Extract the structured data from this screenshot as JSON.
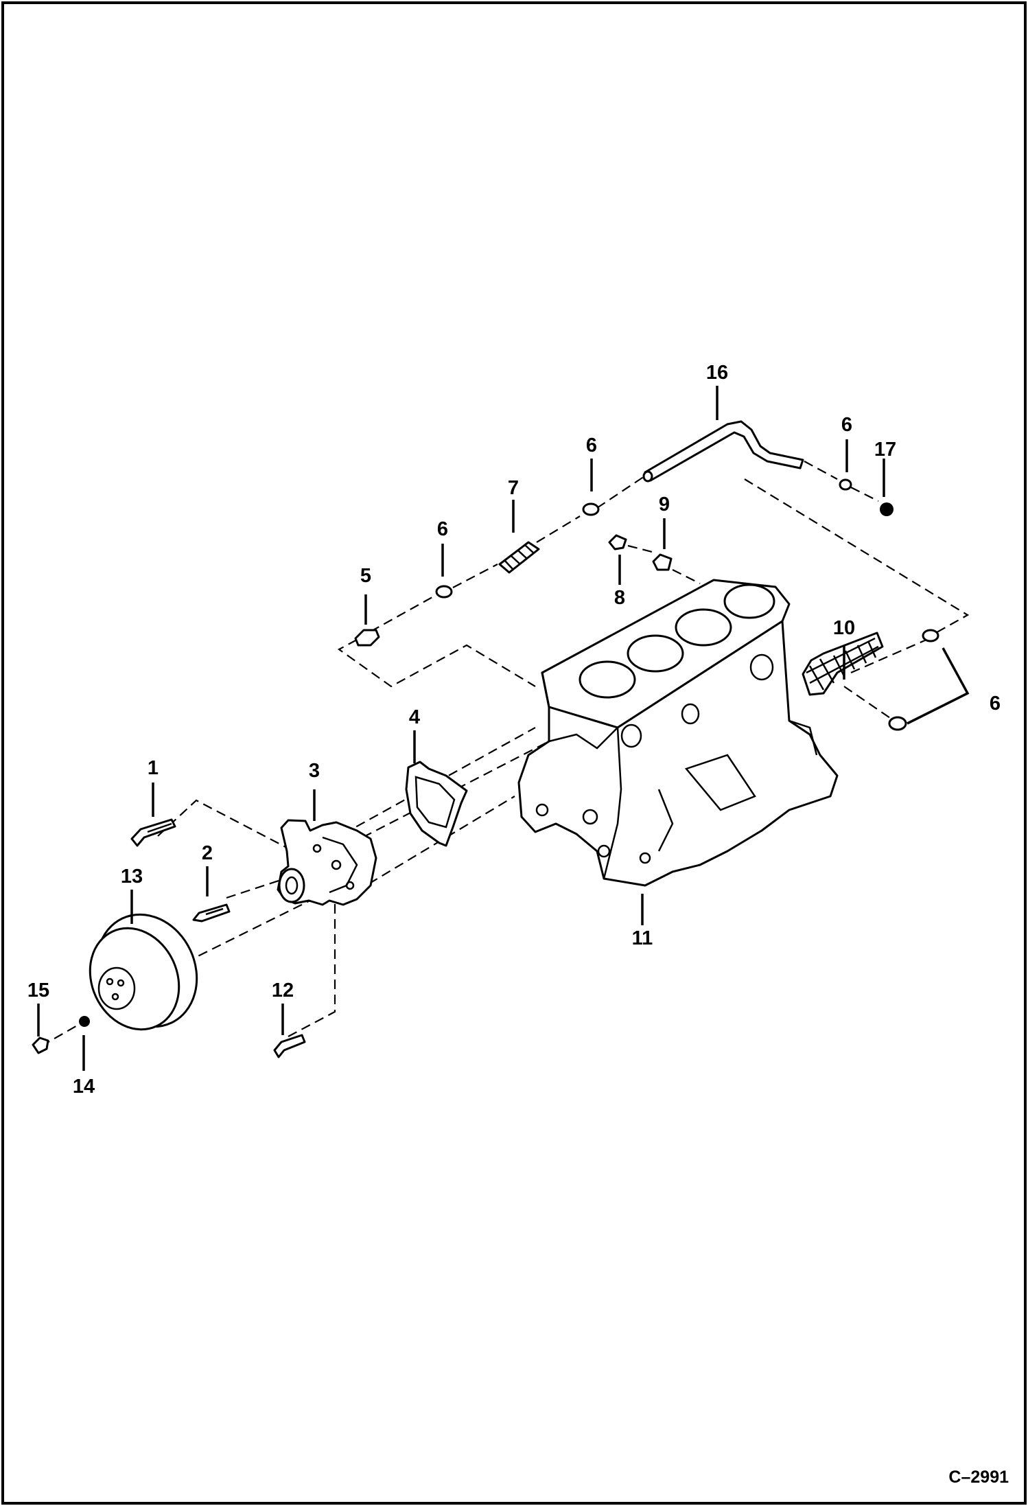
{
  "figure_ref": "C–2991",
  "callouts": [
    {
      "id": "c1",
      "text": "1"
    },
    {
      "id": "c2",
      "text": "2"
    },
    {
      "id": "c3",
      "text": "3"
    },
    {
      "id": "c4",
      "text": "4"
    },
    {
      "id": "c5",
      "text": "5"
    },
    {
      "id": "c6a",
      "text": "6"
    },
    {
      "id": "c6b",
      "text": "6"
    },
    {
      "id": "c6c",
      "text": "6"
    },
    {
      "id": "c6d",
      "text": "6"
    },
    {
      "id": "c7",
      "text": "7"
    },
    {
      "id": "c8",
      "text": "8"
    },
    {
      "id": "c9",
      "text": "9"
    },
    {
      "id": "c10",
      "text": "10"
    },
    {
      "id": "c11",
      "text": "11"
    },
    {
      "id": "c12",
      "text": "12"
    },
    {
      "id": "c13",
      "text": "13"
    },
    {
      "id": "c14",
      "text": "14"
    },
    {
      "id": "c15",
      "text": "15"
    },
    {
      "id": "c16",
      "text": "16"
    },
    {
      "id": "c17",
      "text": "17"
    }
  ]
}
